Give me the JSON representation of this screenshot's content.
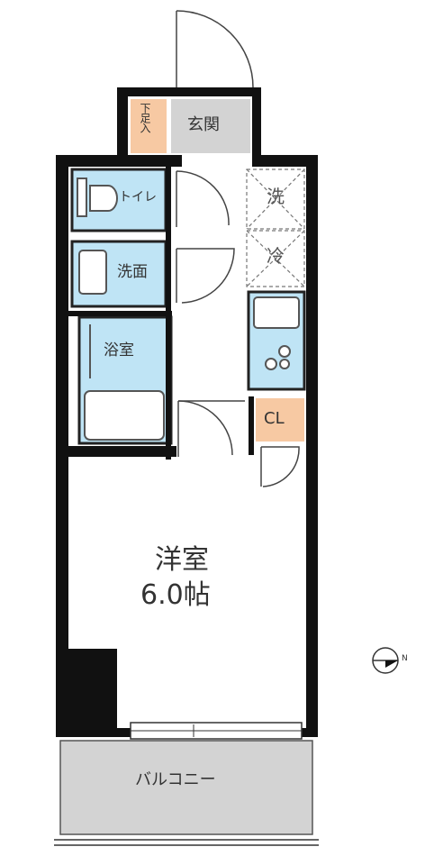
{
  "rooms": {
    "genkan": "玄関",
    "shoe_storage": "下足入",
    "toilet": "トイレ",
    "washroom": "洗面",
    "bathroom": "浴室",
    "washer": "洗",
    "fridge": "冷",
    "closet": "CL",
    "western_room": "洋室",
    "western_room_size": "6.0帖",
    "balcony": "バルコニー",
    "north": "N"
  },
  "colors": {
    "wall": "#111111",
    "wet_area": "#bfe4f5",
    "fixture_stroke": "#555555",
    "storage": "#f7c9a3",
    "genkan": "#d3d3d3",
    "balcony": "#d3d3d3",
    "floor": "#ffffff"
  }
}
